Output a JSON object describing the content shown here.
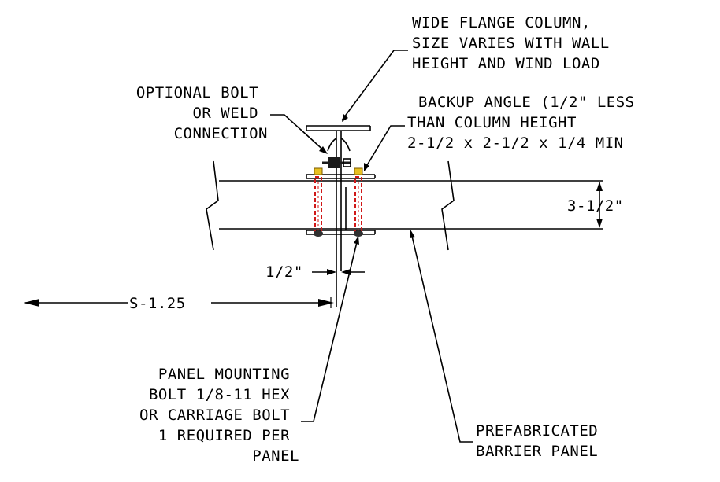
{
  "labels": {
    "column": [
      "WIDE FLANGE COLUMN,",
      "SIZE VARIES WITH WALL",
      "HEIGHT AND WIND LOAD"
    ],
    "connection": [
      "OPTIONAL BOLT",
      "OR WELD",
      "CONNECTION"
    ],
    "angle": [
      "BACKUP ANGLE (1/2\" LESS",
      "THAN COLUMN HEIGHT",
      "2-1/2 x 2-1/2 x 1/4 MIN"
    ],
    "panel_thickness": "3-1/2\"",
    "gap": "1/2\"",
    "spacing": "S-1.25",
    "mounting_bolt": [
      "PANEL MOUNTING",
      "BOLT 1/8-11 HEX",
      "OR CARRIAGE BOLT",
      "1 REQUIRED PER",
      "PANEL"
    ],
    "barrier_panel": [
      "PREFABRICATED",
      "BARRIER PANEL"
    ]
  },
  "colors": {
    "line": "#000000",
    "bolt": "#d01818",
    "bolt_head": "#e8c020"
  }
}
